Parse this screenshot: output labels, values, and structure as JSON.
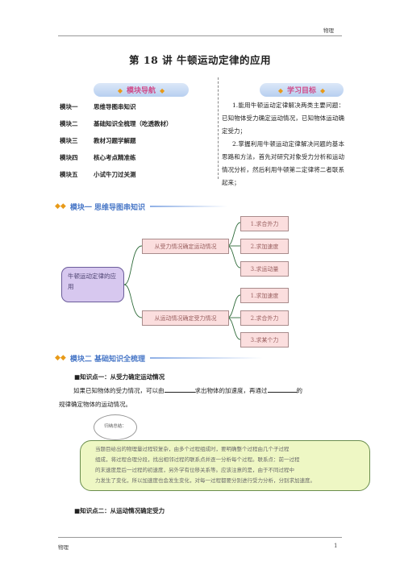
{
  "header": {
    "subject": "物理"
  },
  "title": "第 18 讲  牛顿运动定律的应用",
  "nav": {
    "left_title": "模块导航",
    "right_title": "学习目标",
    "modules": [
      {
        "num": "模块一",
        "name": "思维导图串知识"
      },
      {
        "num": "模块二",
        "name": "基础知识全梳理（吃透教材）"
      },
      {
        "num": "模块三",
        "name": "教材习题学解题"
      },
      {
        "num": "模块四",
        "name": "核心考点精准练"
      },
      {
        "num": "模块五",
        "name": "小试牛刀过关测"
      }
    ],
    "goals": [
      "1.能用牛顿运动定律解决两类主要问题：已知物体受力确定运动情况，已知物体运动确定受力；",
      "2.掌握利用牛顿运动定律解决问题的基本思路和方法，首先对研究对象受力分析和运动情况分析，然后利用牛顿第二定律将二者联系起来；"
    ]
  },
  "section1": {
    "title": "模块一  思维导图串知识"
  },
  "mindmap": {
    "root": "牛顿运动定律的应用",
    "branch1": {
      "label": "从受力情况确定运动情况",
      "items": [
        "1.求合外力",
        "2.求加速度",
        "3.求运动量"
      ]
    },
    "branch2": {
      "label": "从运动情况确定受力情况",
      "items": [
        "1.求加速度",
        "2.求合外力",
        "3.求某个力"
      ]
    }
  },
  "section2": {
    "title": "模块二  基础知识全梳理"
  },
  "kp1": {
    "title": "■知识点一：从受力确定运动情况",
    "line1_a": "如果已知物体的受力情况，可以由",
    "line1_b": "求出物体的加速度，再通过",
    "line1_c": "的",
    "line2": "规律确定物体的运动情况。"
  },
  "summary": {
    "bubble": "归纳总结：",
    "lines": [
      "当题目给出的物理量过程较复杂，由多个过程组成时，要明确整个过程由几个子过程",
      "组成，将过程合理分段，找出相邻过程的联系点并逐一分析每个过程。联系点：前一过程",
      "的末速度是后一过程的初速度，另外学有位移关系等。应该注意的是，由于不同过程中",
      "力发生了变化，所以加速度也会发生变化，对每一过程都要分别进行受力分析，分别求加速度。"
    ]
  },
  "kp2": {
    "title": "■知识点二：从运动情况确定受力"
  },
  "footer": {
    "subject": "物理",
    "page": "1"
  }
}
